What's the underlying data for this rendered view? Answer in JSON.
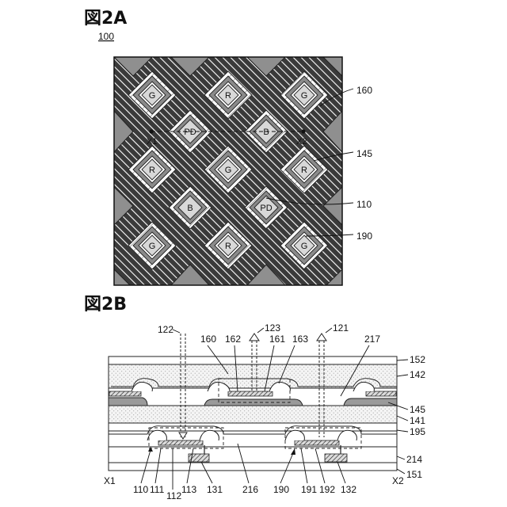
{
  "figure_a": {
    "title": "図2A",
    "ref": "100",
    "callouts": [
      "160",
      "145",
      "110",
      "190"
    ],
    "section_marks": [
      "X1",
      "X2"
    ],
    "pixels": [
      {
        "label": "G"
      },
      {
        "label": "R"
      },
      {
        "label": "G"
      },
      {
        "label": "PD"
      },
      {
        "label": "B"
      },
      {
        "label": "R"
      },
      {
        "label": "G"
      },
      {
        "label": "R"
      },
      {
        "label": "B"
      },
      {
        "label": "PD"
      },
      {
        "label": "G"
      },
      {
        "label": "R"
      },
      {
        "label": "G"
      }
    ]
  },
  "figure_b": {
    "title": "図2B",
    "top_labels": [
      "122",
      "123",
      "121",
      "160",
      "162",
      "161",
      "163",
      "217"
    ],
    "right_labels": [
      "152",
      "142",
      "145",
      "141",
      "195",
      "214",
      "151"
    ],
    "bottom_labels": [
      "110",
      "111",
      "112",
      "113",
      "131",
      "216",
      "190",
      "191",
      "192",
      "132"
    ],
    "edge_marks": [
      "X1",
      "X2"
    ]
  }
}
